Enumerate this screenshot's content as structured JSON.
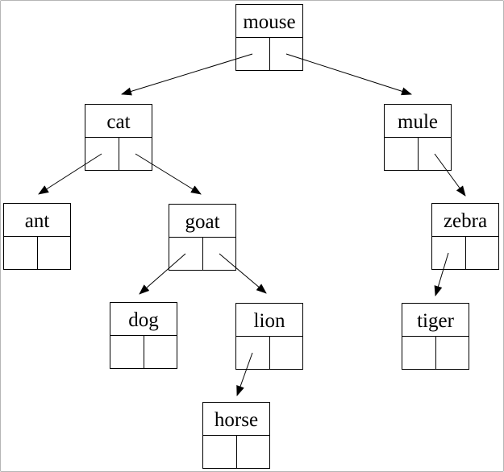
{
  "figure": {
    "kind": "binary-tree-diagram",
    "node_shape": "record box: label cell on top, left and right pointer cells below",
    "colors": {
      "background": "#ffffff",
      "page_border": "#b5b5b5",
      "node_border": "#000000",
      "edge": "#000000",
      "text": "#000000"
    }
  },
  "diagram": {
    "root": "mouse",
    "nodes": [
      {
        "label": "mouse",
        "left_child": "cat",
        "right_child": "mule"
      },
      {
        "label": "cat",
        "left_child": "ant",
        "right_child": "goat"
      },
      {
        "label": "mule",
        "left_child": null,
        "right_child": "zebra"
      },
      {
        "label": "ant",
        "left_child": null,
        "right_child": null
      },
      {
        "label": "goat",
        "left_child": "dog",
        "right_child": "lion"
      },
      {
        "label": "zebra",
        "left_child": "tiger",
        "right_child": null
      },
      {
        "label": "dog",
        "left_child": null,
        "right_child": null
      },
      {
        "label": "lion",
        "left_child": "horse",
        "right_child": null
      },
      {
        "label": "tiger",
        "left_child": null,
        "right_child": null
      },
      {
        "label": "horse",
        "left_child": null,
        "right_child": null
      }
    ],
    "edges": [
      {
        "from": "mouse",
        "pointer": "left",
        "to": "cat"
      },
      {
        "from": "mouse",
        "pointer": "right",
        "to": "mule"
      },
      {
        "from": "cat",
        "pointer": "left",
        "to": "ant"
      },
      {
        "from": "cat",
        "pointer": "right",
        "to": "goat"
      },
      {
        "from": "mule",
        "pointer": "right",
        "to": "zebra"
      },
      {
        "from": "goat",
        "pointer": "left",
        "to": "dog"
      },
      {
        "from": "goat",
        "pointer": "right",
        "to": "lion"
      },
      {
        "from": "zebra",
        "pointer": "left",
        "to": "tiger"
      },
      {
        "from": "lion",
        "pointer": "left",
        "to": "horse"
      }
    ]
  }
}
